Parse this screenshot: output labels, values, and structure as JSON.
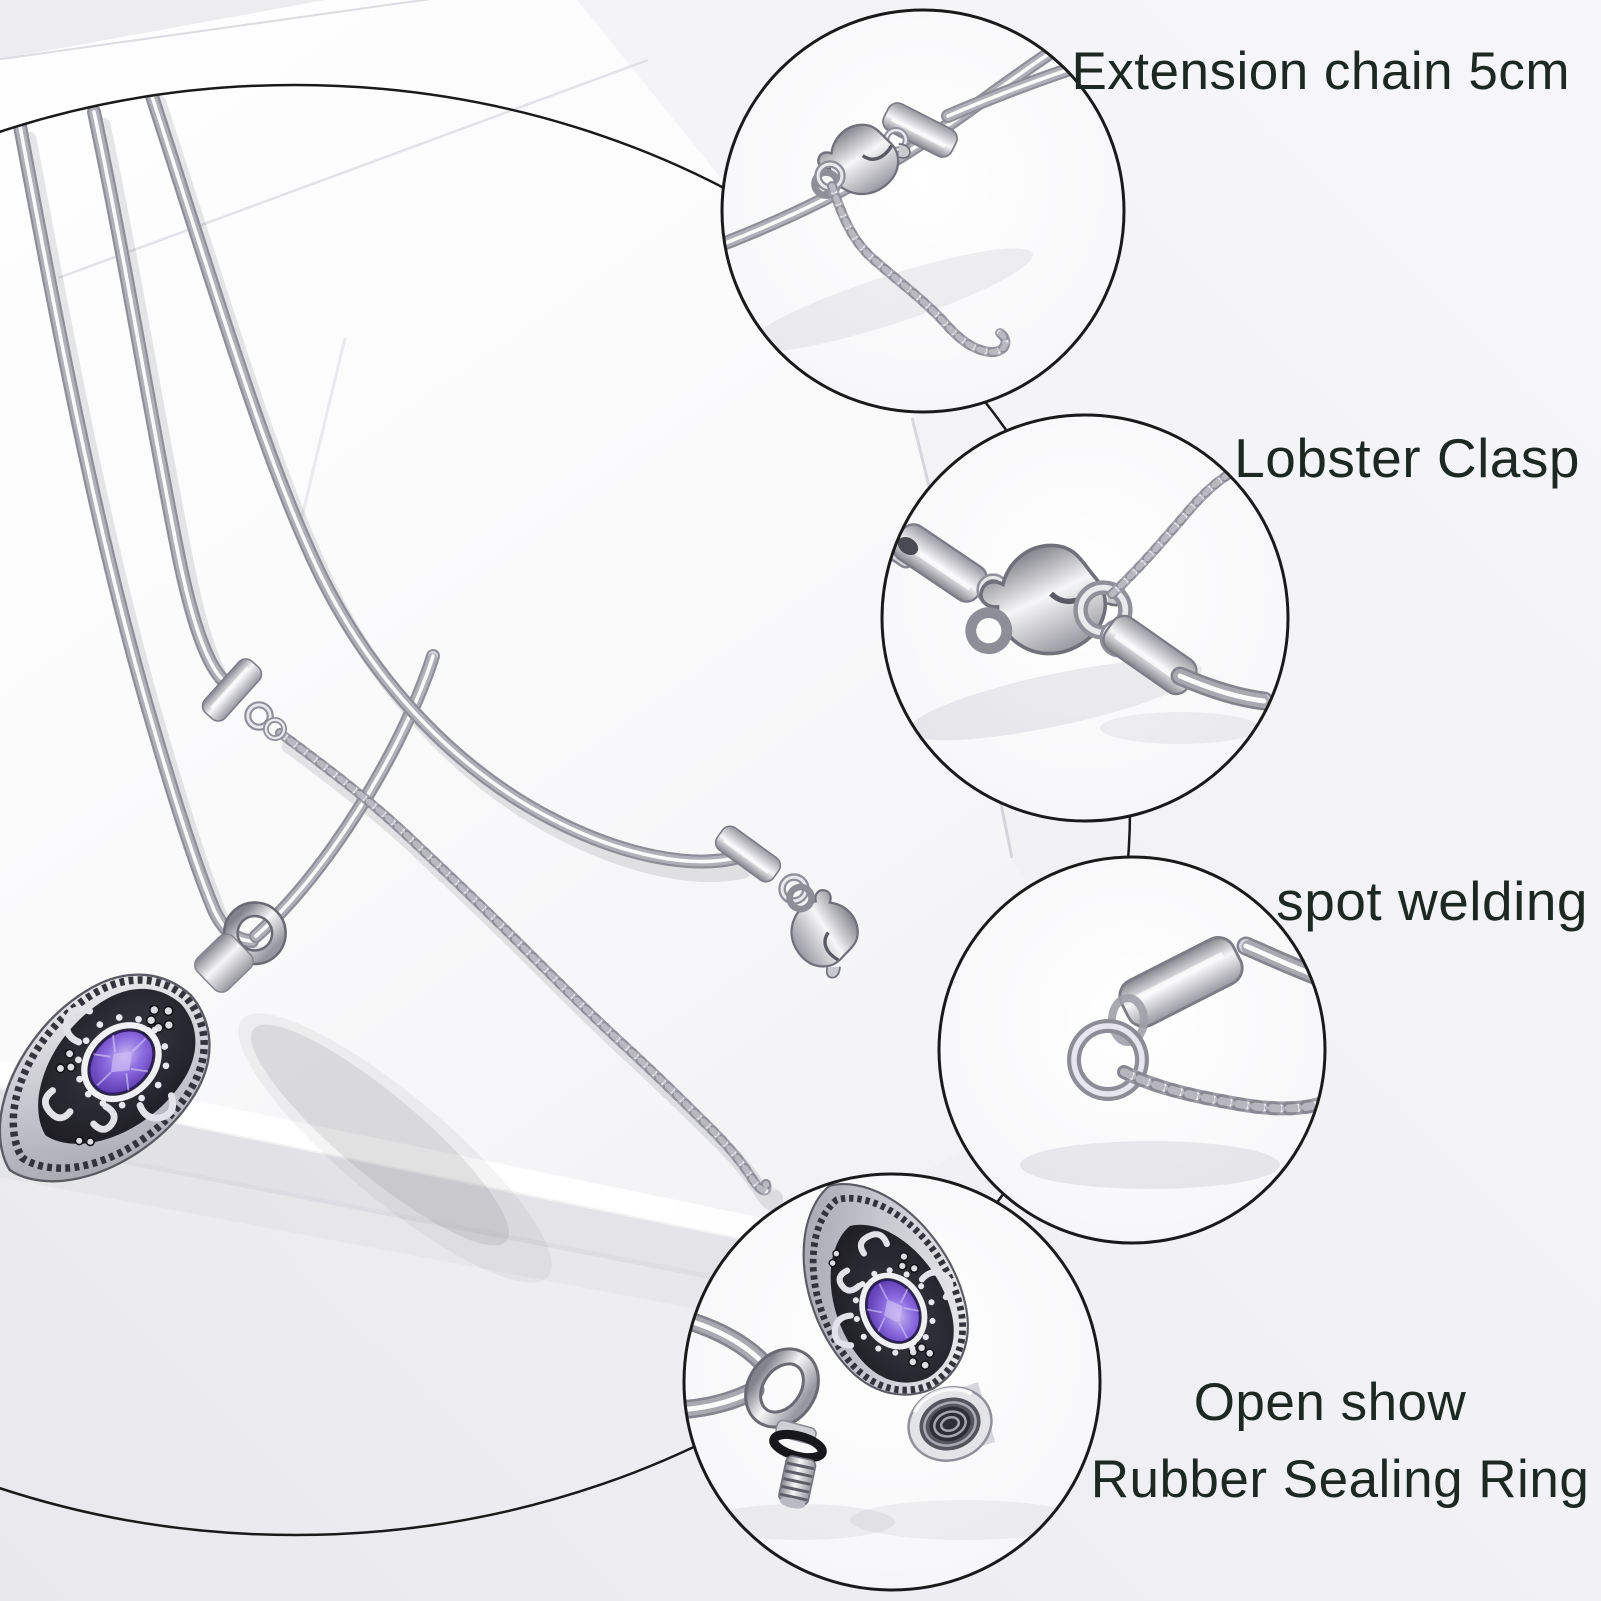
{
  "scene": {
    "type": "jewelry product photo with detail callouts",
    "main_subject": "stainless steel snake chain necklace with antique teardrop urn pendant set with an oval purple crystal, laid on folded white paper"
  },
  "callouts": [
    {
      "id": "extension-chain",
      "label": "Extension chain 5cm",
      "shows": "closed clasp with 5cm extender chain dangling"
    },
    {
      "id": "lobster-clasp",
      "label": "Lobster Clasp",
      "shows": "lobster clasp, end caps and extender chain close-up"
    },
    {
      "id": "spot-welding",
      "label": "spot welding",
      "shows": "spot-welded end cap with jump ring and chain"
    },
    {
      "id": "open-show",
      "label_line1": "Open show",
      "label_line2": "Rubber Sealing Ring",
      "shows": "pendant unscrewed: threaded screw with black rubber sealing ring and open threaded socket"
    }
  ],
  "colors": {
    "label_text": "#1d2823",
    "outline": "#1a1a1a",
    "background": "#f2f2f5",
    "paper": "#fbfbfc",
    "steel_light": "#f2f2f4",
    "steel_mid": "#c7c7cd",
    "steel_dark": "#8b8b93",
    "stone_purple": "#7a5ad0",
    "oxidized_black": "#23232a",
    "rubber_ring_black": "#17171c"
  }
}
